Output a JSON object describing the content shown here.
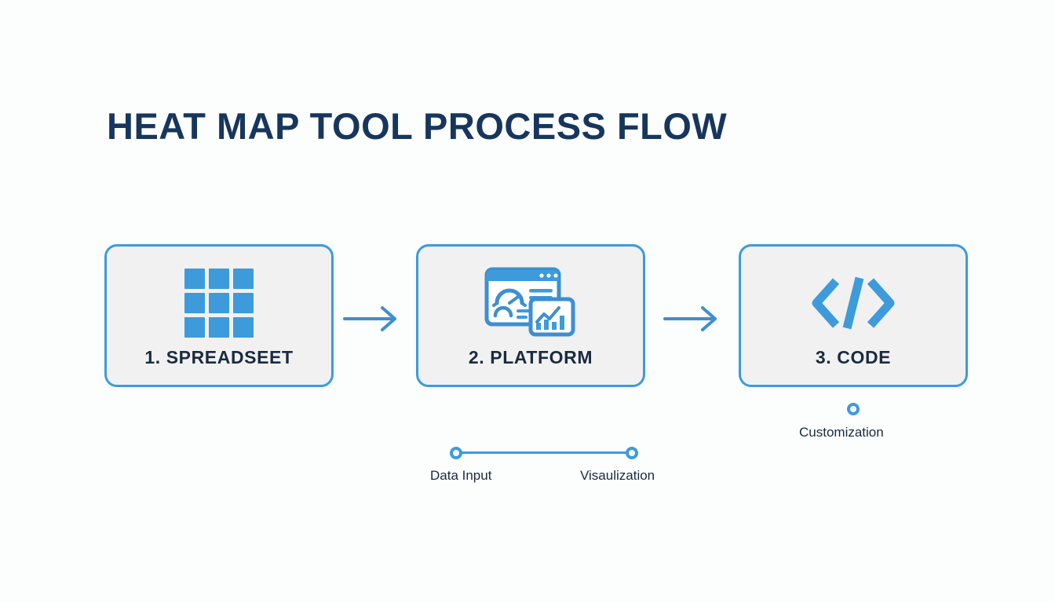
{
  "page": {
    "title": "HEAT MAP TOOL PROCESS FLOW",
    "background_color": "#fcfdfd",
    "accent_color": "#3d9bdc",
    "title_color": "#17365d",
    "text_color": "#1b2a41",
    "card_background": "#f1f1f1"
  },
  "steps": [
    {
      "label": "1. SPREADSEET",
      "icon": "grid-3x3-icon"
    },
    {
      "label": "2. PLATFORM",
      "icon": "dashboard-analytics-icon"
    },
    {
      "label": "3. CODE",
      "icon": "code-brackets-icon"
    }
  ],
  "connectors": [
    {
      "icon": "arrow-right-icon"
    },
    {
      "icon": "arrow-right-icon"
    }
  ],
  "markers": [
    {
      "label": "Data Input",
      "icon": "ring-marker-icon"
    },
    {
      "label": "Visaulization",
      "icon": "ring-marker-icon"
    },
    {
      "label": "Customization",
      "icon": "ring-marker-icon"
    }
  ]
}
